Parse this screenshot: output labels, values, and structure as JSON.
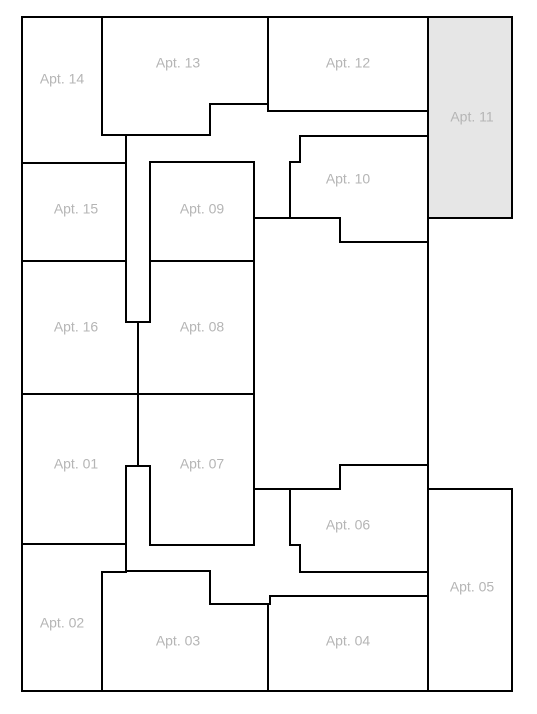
{
  "floor_plan": {
    "highlight_fill": "#e6e6e6",
    "wall_color": "#000000",
    "label_color": "#b5b5b5",
    "highlighted_unit": "Apt. 11",
    "units": [
      {
        "id": "apt-14",
        "label": "Apt. 14"
      },
      {
        "id": "apt-13",
        "label": "Apt. 13"
      },
      {
        "id": "apt-12",
        "label": "Apt. 12"
      },
      {
        "id": "apt-11",
        "label": "Apt. 11"
      },
      {
        "id": "apt-10",
        "label": "Apt. 10"
      },
      {
        "id": "apt-15",
        "label": "Apt. 15"
      },
      {
        "id": "apt-09",
        "label": "Apt. 09"
      },
      {
        "id": "apt-16",
        "label": "Apt. 16"
      },
      {
        "id": "apt-08",
        "label": "Apt. 08"
      },
      {
        "id": "apt-01",
        "label": "Apt. 01"
      },
      {
        "id": "apt-07",
        "label": "Apt. 07"
      },
      {
        "id": "apt-06",
        "label": "Apt. 06"
      },
      {
        "id": "apt-05",
        "label": "Apt. 05"
      },
      {
        "id": "apt-02",
        "label": "Apt. 02"
      },
      {
        "id": "apt-03",
        "label": "Apt. 03"
      },
      {
        "id": "apt-04",
        "label": "Apt. 04"
      }
    ]
  }
}
